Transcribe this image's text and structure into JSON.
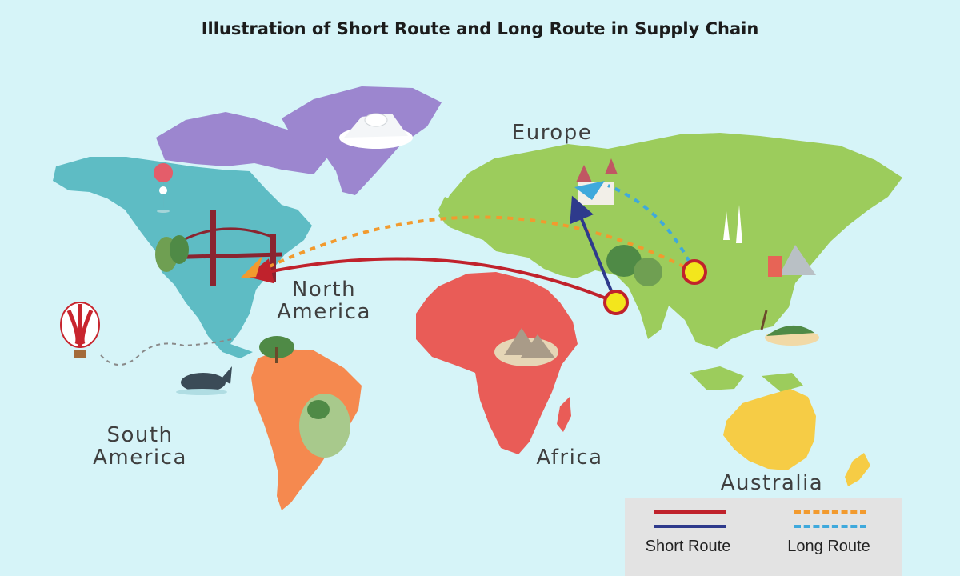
{
  "map": {
    "title": "Illustration of Short Route and Long Route in Supply Chain",
    "regions": {
      "north_america": {
        "line1": "North",
        "line2": "America"
      },
      "south_america": {
        "line1": "South",
        "line2": "America"
      },
      "europe": "Europe",
      "africa": "Africa",
      "australia": "Australia"
    },
    "legend": {
      "short_route": "Short Route",
      "long_route": "Long Route"
    },
    "colors": {
      "ocean": "#d6f4f8",
      "north_america": "#5ebcc4",
      "greenland_canada_arctic": "#9c86cf",
      "south_america": "#f5894f",
      "eurasia": "#9ccc5c",
      "africa": "#e95c57",
      "australia": "#f6cc45",
      "short_route_red": "#c0222c",
      "short_route_blue": "#2e3a8c",
      "long_route_orange": "#f29a2e",
      "long_route_blue": "#3fa9dc",
      "origin_marker": "#f3e61c"
    }
  }
}
